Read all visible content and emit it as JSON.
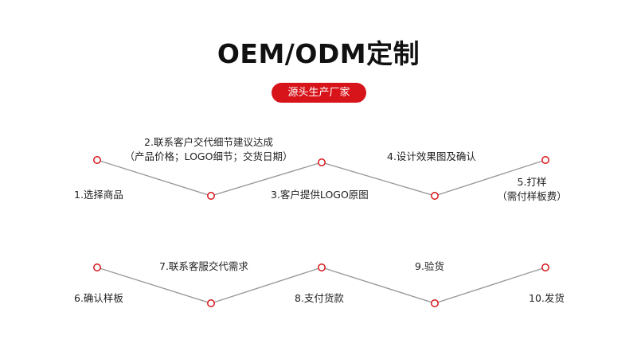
{
  "header": {
    "title": "OEM/ODM定制",
    "badge": "源头生产厂家"
  },
  "colors": {
    "accent": "#d7141a",
    "line": "#9a9a9a",
    "text": "#111111"
  },
  "rows": [
    {
      "steps": [
        {
          "lines": [
            "1.选择商品"
          ]
        },
        {
          "lines": [
            "2.联系客户交代细节建议达成",
            "（产品价格；LOGO细节；交货日期）"
          ]
        },
        {
          "lines": [
            "3.客户提供LOGO原图"
          ]
        },
        {
          "lines": [
            "4.设计效果图及确认"
          ]
        },
        {
          "lines": [
            "5.打样",
            "（需付样板费）"
          ]
        }
      ]
    },
    {
      "steps": [
        {
          "lines": [
            "6.确认样板"
          ]
        },
        {
          "lines": [
            "7.联系客服交代需求"
          ]
        },
        {
          "lines": [
            "8.支付货款"
          ]
        },
        {
          "lines": [
            "9.验货"
          ]
        },
        {
          "lines": [
            "10.发货"
          ]
        }
      ]
    }
  ]
}
